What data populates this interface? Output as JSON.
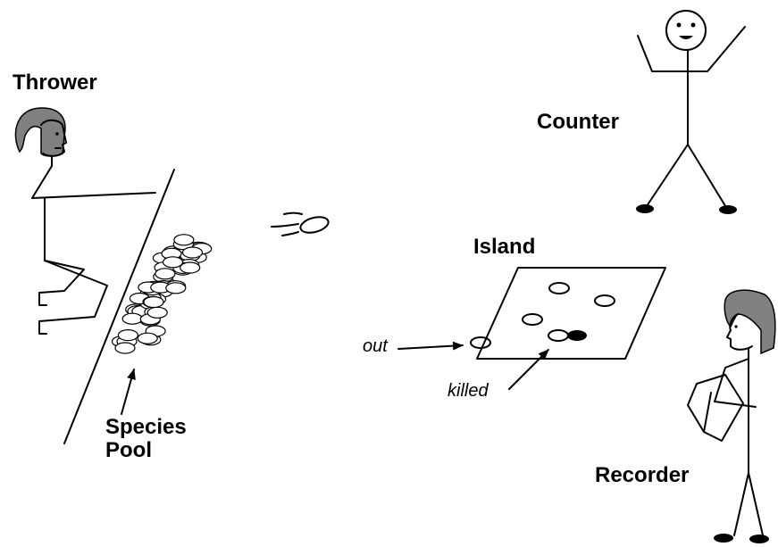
{
  "labels": {
    "thrower": "Thrower",
    "counter": "Counter",
    "island": "Island",
    "species_pool": "Species\nPool",
    "recorder": "Recorder",
    "out": "out",
    "killed": "killed"
  },
  "colors": {
    "ink": "#000000",
    "hair": "#808080",
    "background": "#ffffff"
  }
}
